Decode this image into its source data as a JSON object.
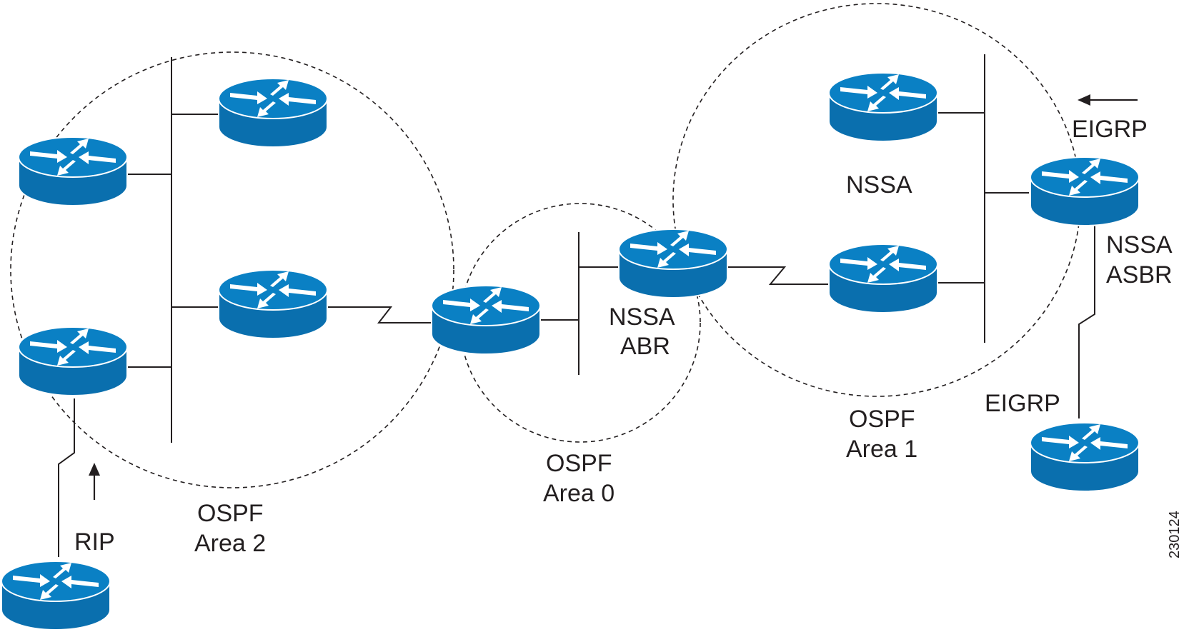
{
  "areas": {
    "area2": {
      "line1": "OSPF",
      "line2": "Area 2"
    },
    "area0": {
      "line1": "OSPF",
      "line2": "Area 0"
    },
    "area1": {
      "line1": "OSPF",
      "line2": "Area 1"
    }
  },
  "labels": {
    "nssa": "NSSA",
    "nssa_abr_line1": "NSSA",
    "nssa_abr_line2": "ABR",
    "nssa_asbr_line1": "NSSA",
    "nssa_asbr_line2": "ASBR",
    "eigrp_top": "EIGRP",
    "eigrp_bottom": "EIGRP",
    "rip": "RIP"
  },
  "figure_id": "230124",
  "colors": {
    "router_top": "#0a7fc2",
    "router_side": "#0a6fae",
    "router_arrow": "#ffffff",
    "line": "#231f20"
  }
}
